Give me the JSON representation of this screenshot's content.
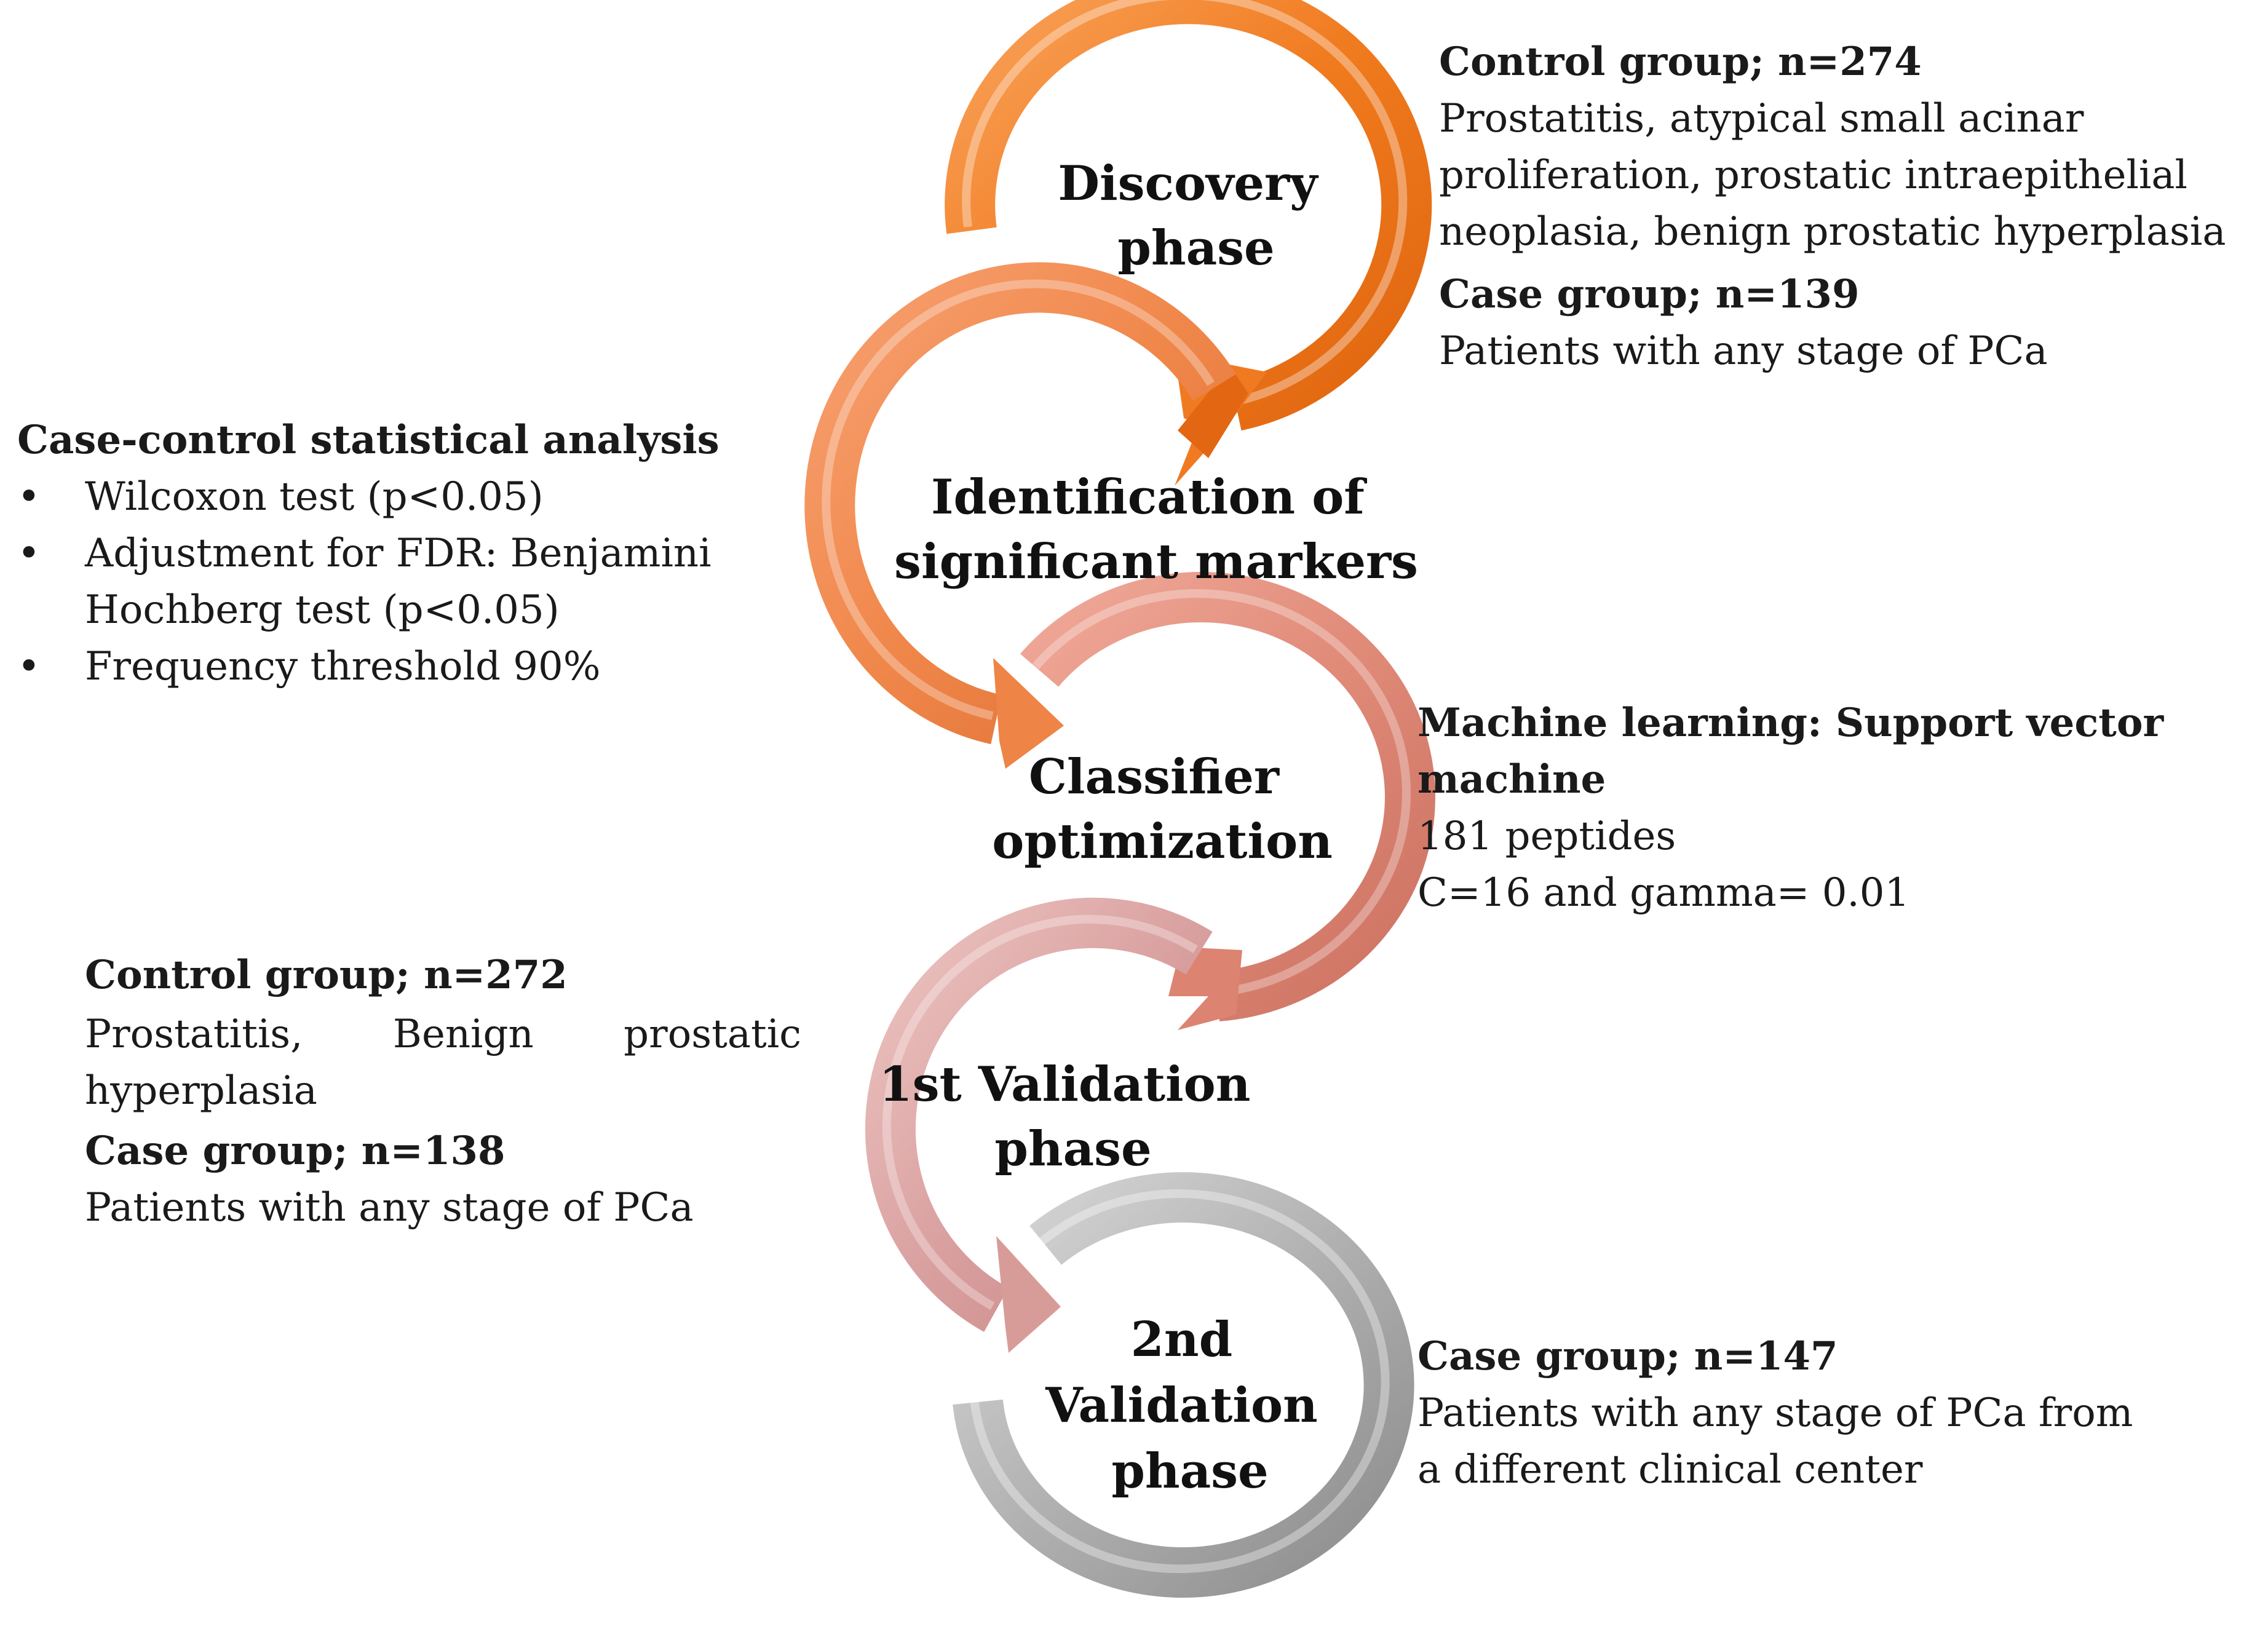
{
  "phases": [
    {
      "id": "discovery",
      "lines": [
        "Discovery",
        "phase"
      ]
    },
    {
      "id": "identification",
      "lines": [
        "Identification of",
        "significant markers"
      ]
    },
    {
      "id": "classifier",
      "lines": [
        "Classifier",
        "optimization"
      ]
    },
    {
      "id": "validation1",
      "lines": [
        "1st Validation",
        "phase"
      ]
    },
    {
      "id": "validation2",
      "lines": [
        "2nd",
        "Validation",
        "phase"
      ]
    }
  ],
  "colors": {
    "discovery": "#f07a1e",
    "identification": "#f08a4a",
    "classifier": "#e08a78",
    "validation1": "#d9a0a0",
    "validation2": "#a8a8a8"
  },
  "notes": {
    "discovery": {
      "control_head": "Control group; n=274",
      "control_lines": [
        "Prostatitis, atypical small acinar",
        "proliferation, prostatic intraepithelial",
        "neoplasia, benign prostatic hyperplasia"
      ],
      "case_head": "Case group; n=139",
      "case_text": "Patients with any stage of PCa"
    },
    "statistics": {
      "head": "Case-control statistical analysis",
      "bullets": [
        "Wilcoxon test (p<0.05)",
        "Adjustment for FDR: Benjamini Hochberg test (p<0.05)",
        "Frequency threshold 90%"
      ],
      "bullet_display": [
        "Wilcoxon test (p<0.05)",
        "Adjustment for FDR: Benjamini",
        "Hochberg test (p<0.05)",
        "Frequency threshold 90%"
      ]
    },
    "classifier": {
      "head_lines": [
        "Machine learning: Support vector",
        "machine"
      ],
      "lines": [
        "181 peptides",
        "C=16 and gamma= 0.01"
      ]
    },
    "validation1": {
      "control_head": "Control group; n=272",
      "control_line1_words": [
        "Prostatitis,",
        "Benign",
        "prostatic"
      ],
      "control_line2": "hyperplasia",
      "case_head": "Case group; n=138",
      "case_text": "Patients with any stage of PCa"
    },
    "validation2": {
      "case_head": "Case group; n=147",
      "case_lines": [
        "Patients with any stage of PCa from",
        "a different clinical center"
      ]
    }
  }
}
